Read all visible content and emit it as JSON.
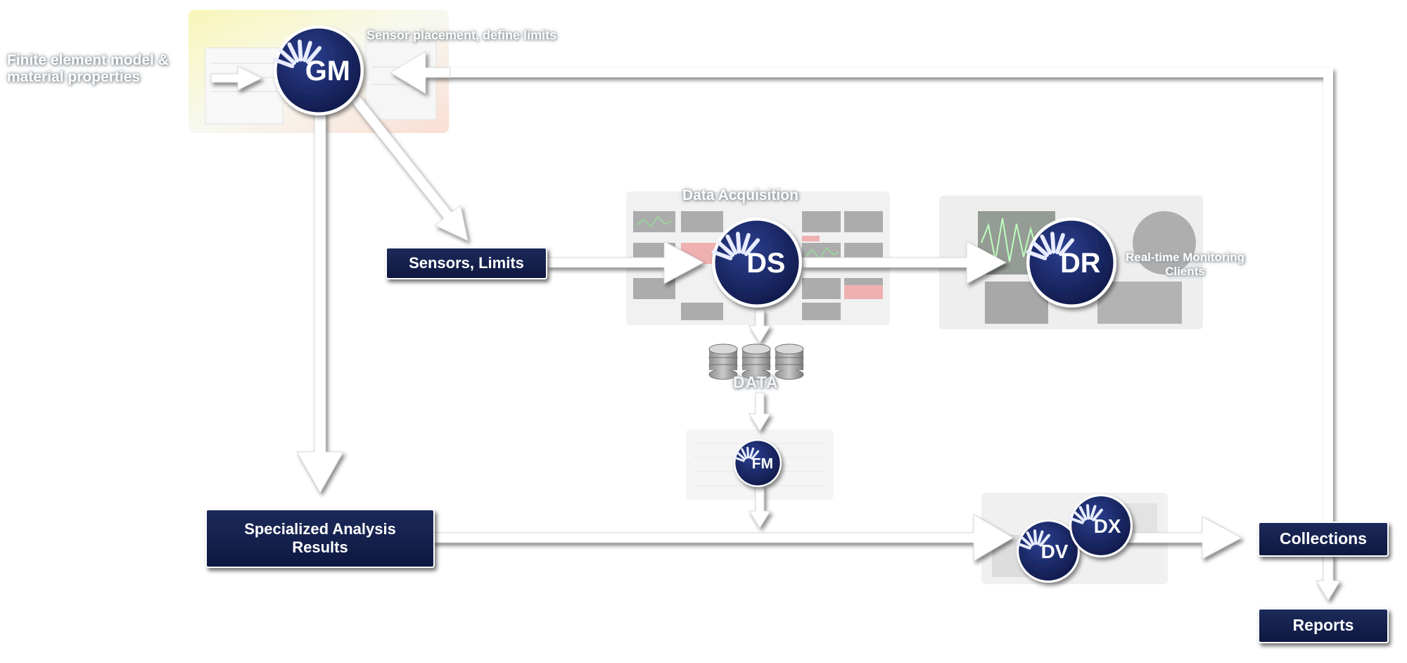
{
  "inputs": {
    "fem_label_line1": "Finite element model &",
    "fem_label_line2": "material properties",
    "sensor_placement_label": "Sensor placement, define limits"
  },
  "stages": {
    "data_acquisition_label": "Data Acquisition",
    "realtime_label_line1": "Real-time Monitoring",
    "realtime_label_line2": "Clients",
    "data_label": "DATA"
  },
  "boxes": {
    "sensors_limits": "Sensors, Limits",
    "specialized_line1": "Specialized Analysis",
    "specialized_line2": "Results",
    "collections": "Collections",
    "reports": "Reports"
  },
  "badges": {
    "gm": "GM",
    "ds": "DS",
    "dr": "DR",
    "fm": "FM",
    "dv": "DV",
    "dx": "DX"
  },
  "colors": {
    "badge_fill": "#1b2a6b",
    "badge_ring": "#ffffff",
    "box_fill": "#15224c",
    "arrow": "#ffffff",
    "arrow_shadow": "#8a8f95"
  }
}
